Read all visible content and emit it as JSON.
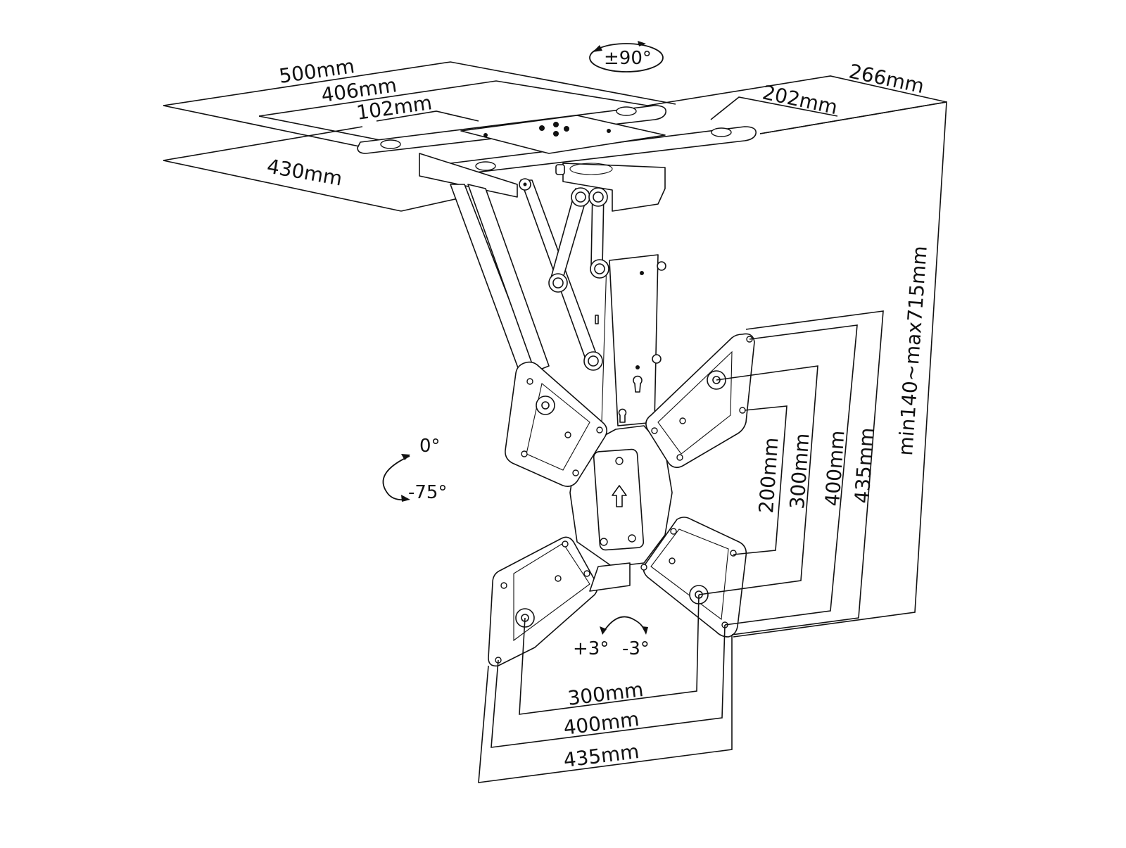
{
  "diagram": {
    "subject": "Ceiling TV mount bracket (flip-down) technical dimension drawing",
    "colors": {
      "line": "#111111",
      "background": "#ffffff"
    },
    "ceiling_plate": {
      "dims": {
        "width_total": "500mm",
        "width_slot": "406mm",
        "width_center": "102mm",
        "depth_total": "430mm",
        "depth_right_outer": "266mm",
        "depth_right_inner": "202mm"
      },
      "swivel": "±90°"
    },
    "tilt": {
      "top": "0°",
      "bottom": "-75°"
    },
    "vesa_plate": {
      "vertical_dims": [
        "200mm",
        "300mm",
        "400mm",
        "435mm"
      ],
      "horizontal_dims": [
        "300mm",
        "400mm",
        "435mm"
      ],
      "height_range": "min140~max715mm",
      "level_adjust": {
        "plus": "+3°",
        "minus": "-3°"
      },
      "arrow_icon": "up-arrow-icon"
    }
  }
}
